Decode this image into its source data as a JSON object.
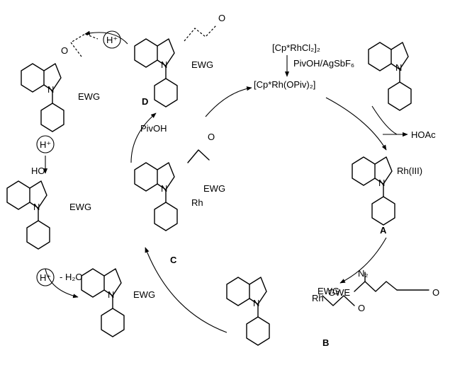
{
  "catalyst": {
    "precursor": "[Cp*RhCl₂]₂",
    "additives": "PivOH/AgSbF₆",
    "active": "[Cp*Rh(OPiv)₂]"
  },
  "byproduct": "HOAc",
  "reagent_piv": "PivOH",
  "intermediates": {
    "A": "A",
    "B": "B",
    "C": "C",
    "D": "D"
  },
  "atoms": {
    "N": "N",
    "O": "O",
    "HO": "HO",
    "Rh": "Rh",
    "RhIII": "Rh(III)",
    "N2": "N₂"
  },
  "groups": {
    "EWG": "EWG",
    "GWE": "GWE"
  },
  "steps": {
    "proton1": "H⁺",
    "proton2": "H⁺",
    "proton3": "H⁺",
    "water": "- H₂O"
  }
}
